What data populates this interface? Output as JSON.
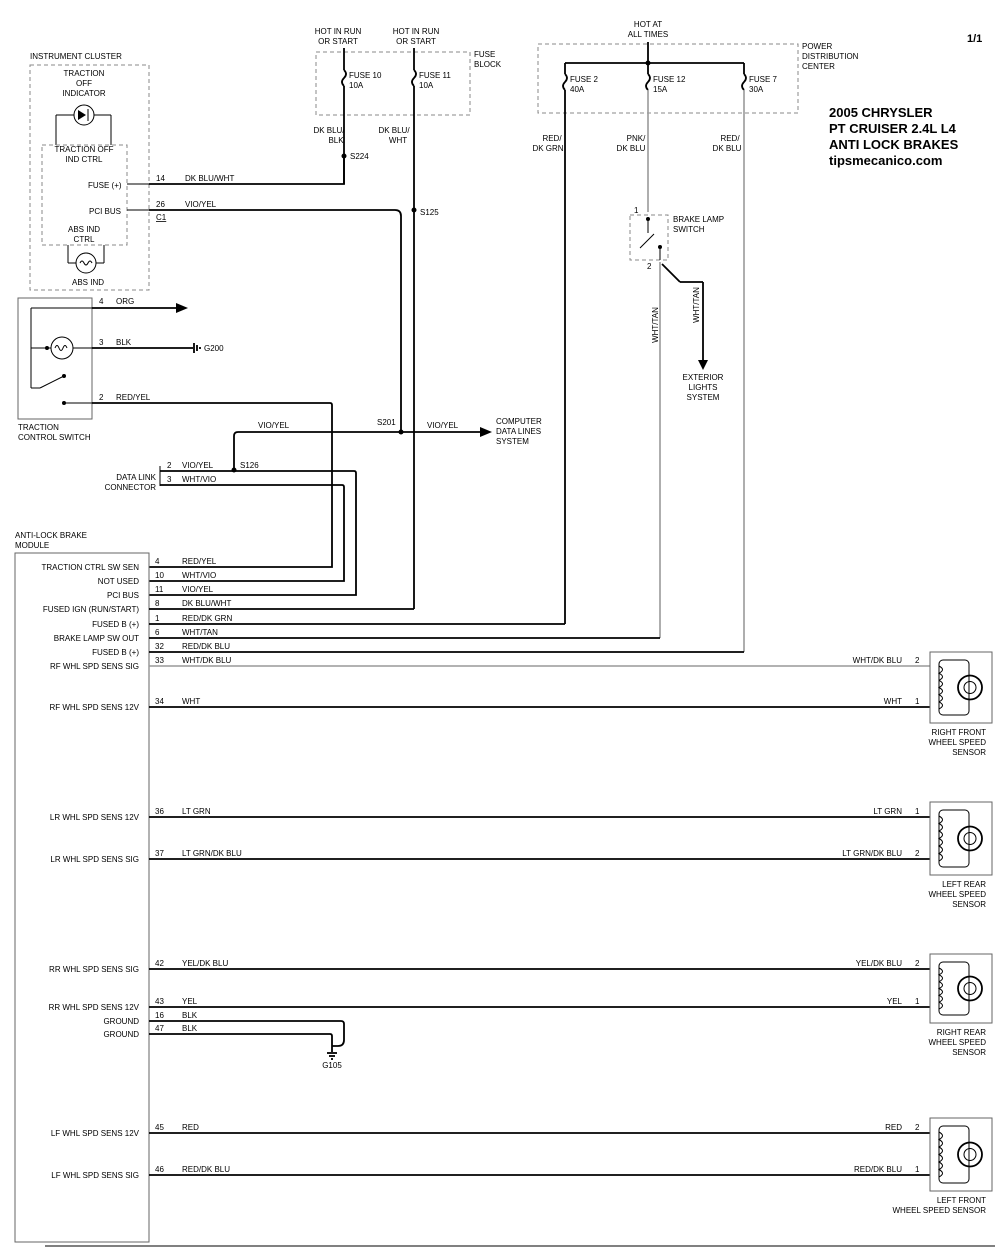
{
  "page_number": "1/1",
  "title_lines": [
    "2005 CHRYSLER",
    "PT CRUISER 2.4L L4",
    "ANTI LOCK BRAKES",
    "tipsmecanico.com"
  ],
  "power": {
    "hot_run_start": [
      "HOT IN RUN",
      "OR START"
    ],
    "hot_at_all_times": [
      "HOT AT",
      "ALL TIMES"
    ],
    "fuse_block": [
      "FUSE",
      "BLOCK"
    ],
    "pdc": [
      "POWER",
      "DISTRIBUTION",
      "CENTER"
    ],
    "fuse10": [
      "FUSE 10",
      "10A"
    ],
    "fuse11": [
      "FUSE 11",
      "10A"
    ],
    "fuse2": [
      "FUSE 2",
      "40A"
    ],
    "fuse12": [
      "FUSE 12",
      "15A"
    ],
    "fuse7": [
      "FUSE 7",
      "30A"
    ],
    "w_fuse10": [
      "DK BLU/",
      "BLK"
    ],
    "w_fuse11": [
      "DK BLU/",
      "WHT"
    ],
    "w_fuse2": [
      "RED/",
      "DK GRN"
    ],
    "w_fuse12": [
      "PNK/",
      "DK BLU"
    ],
    "w_fuse7": [
      "RED/",
      "DK BLU"
    ]
  },
  "splices": {
    "s224": "S224",
    "s125": "S125",
    "s201": "S201",
    "s126": "S126"
  },
  "grounds": {
    "g200": "G200",
    "g105": "G105"
  },
  "cluster": {
    "title": "INSTRUMENT CLUSTER",
    "traction_off_indicator": [
      "TRACTION",
      "OFF",
      "INDICATOR"
    ],
    "traction_off_ctrl": [
      "TRACTION OFF",
      "IND CTRL"
    ],
    "fuse_label": "FUSE (+)",
    "pci_label": "PCI BUS",
    "abs_ind_ctrl": [
      "ABS IND",
      "CTRL"
    ],
    "abs_ind": "ABS IND",
    "pin_fuse": "14",
    "pin_pci": "26",
    "connector": "C1",
    "wire_fuse": "DK BLU/WHT",
    "wire_pci": "VIO/YEL"
  },
  "traction_switch": {
    "label": [
      "TRACTION",
      "CONTROL SWITCH"
    ],
    "pin4": "4",
    "wire4": "ORG",
    "pin3": "3",
    "wire3": "BLK",
    "pin2": "2",
    "wire2": "RED/YEL"
  },
  "data_link": {
    "label": [
      "DATA LINK",
      "CONNECTOR"
    ],
    "pin2": "2",
    "wire2": "VIO/YEL",
    "pin3": "3",
    "wire3": "WHT/VIO",
    "top_wire": "VIO/YEL",
    "cdl_wire": "VIO/YEL",
    "cdl_label": [
      "COMPUTER",
      "DATA LINES",
      "SYSTEM"
    ]
  },
  "brake_switch": {
    "label": [
      "BRAKE LAMP",
      "SWITCH"
    ],
    "pin1": "1",
    "pin2": "2",
    "wire_down": "WHT/TAN",
    "wire_ext": "WHT/TAN",
    "exterior_label": [
      "EXTERIOR",
      "LIGHTS",
      "SYSTEM"
    ]
  },
  "module": {
    "label": [
      "ANTI-LOCK BRAKE",
      "MODULE"
    ],
    "pins": [
      {
        "name": "TRACTION CTRL SW SEN",
        "pin": "4",
        "wire": "RED/YEL"
      },
      {
        "name": "NOT USED",
        "pin": "10",
        "wire": "WHT/VIO"
      },
      {
        "name": "PCI BUS",
        "pin": "11",
        "wire": "VIO/YEL"
      },
      {
        "name": "FUSED IGN (RUN/START)",
        "pin": "8",
        "wire": "DK BLU/WHT"
      },
      {
        "name": "FUSED B (+)",
        "pin": "1",
        "wire": "RED/DK GRN"
      },
      {
        "name": "BRAKE LAMP SW OUT",
        "pin": "6",
        "wire": "WHT/TAN"
      },
      {
        "name": "FUSED B (+)",
        "pin": "32",
        "wire": "RED/DK BLU"
      },
      {
        "name": "RF WHL SPD SENS SIG",
        "pin": "33",
        "wire": "WHT/DK BLU"
      },
      {
        "name": "RF WHL SPD SENS 12V",
        "pin": "34",
        "wire": "WHT"
      },
      {
        "name": "LR WHL SPD SENS 12V",
        "pin": "36",
        "wire": "LT GRN"
      },
      {
        "name": "LR WHL SPD SENS SIG",
        "pin": "37",
        "wire": "LT GRN/DK BLU"
      },
      {
        "name": "RR WHL SPD SENS SIG",
        "pin": "42",
        "wire": "YEL/DK BLU"
      },
      {
        "name": "RR WHL SPD SENS 12V",
        "pin": "43",
        "wire": "YEL"
      },
      {
        "name": "GROUND",
        "pin": "16",
        "wire": "BLK"
      },
      {
        "name": "GROUND",
        "pin": "47",
        "wire": "BLK"
      },
      {
        "name": "LF WHL SPD SENS 12V",
        "pin": "45",
        "wire": "RED"
      },
      {
        "name": "LF WHL SPD SENS SIG",
        "pin": "46",
        "wire": "RED/DK BLU"
      }
    ]
  },
  "sensors": [
    {
      "label": [
        "RIGHT FRONT",
        "WHEEL SPEED",
        "SENSOR"
      ],
      "wire_a": "WHT/DK BLU",
      "pin_a": "2",
      "wire_b": "WHT",
      "pin_b": "1"
    },
    {
      "label": [
        "LEFT REAR",
        "WHEEL SPEED",
        "SENSOR"
      ],
      "wire_a": "LT GRN",
      "pin_a": "1",
      "wire_b": "LT GRN/DK BLU",
      "pin_b": "2"
    },
    {
      "label": [
        "RIGHT REAR",
        "WHEEL SPEED",
        "SENSOR"
      ],
      "wire_a": "YEL/DK BLU",
      "pin_a": "2",
      "wire_b": "YEL",
      "pin_b": "1"
    },
    {
      "label": [
        "LEFT FRONT",
        "WHEEL SPEED SENSOR"
      ],
      "wire_a": "RED",
      "pin_a": "2",
      "wire_b": "RED/DK BLU",
      "pin_b": "1"
    }
  ]
}
